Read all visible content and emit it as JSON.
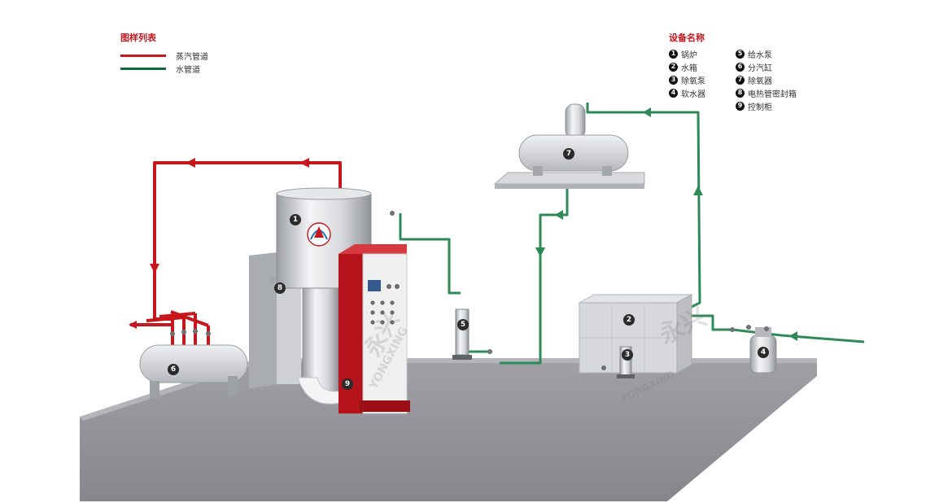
{
  "legend": {
    "title": "图样列表",
    "items": [
      {
        "label": "蒸汽管道",
        "color": "#c8161d"
      },
      {
        "label": "水管道",
        "color": "#0c6b35"
      }
    ]
  },
  "equipment": {
    "title": "设备名称",
    "items": [
      {
        "num": "1",
        "label": "锅炉"
      },
      {
        "num": "2",
        "label": "水箱"
      },
      {
        "num": "3",
        "label": "除氧泵"
      },
      {
        "num": "4",
        "label": "软水器"
      },
      {
        "num": "5",
        "label": "给水泵"
      },
      {
        "num": "6",
        "label": "分汽缸"
      },
      {
        "num": "7",
        "label": "除氧器"
      },
      {
        "num": "8",
        "label": "电热管密封箱"
      },
      {
        "num": "9",
        "label": "控制柜"
      }
    ]
  },
  "markers": [
    "1",
    "2",
    "3",
    "4",
    "5",
    "6",
    "7",
    "8",
    "9"
  ],
  "brand": {
    "name": "YONGXING",
    "cn": "永兴",
    "reg": "®"
  },
  "colors": {
    "steam": "#c8161d",
    "water": "#2e8b57",
    "floor": "#8f8f96",
    "cabinet_red": "#b5121b"
  }
}
